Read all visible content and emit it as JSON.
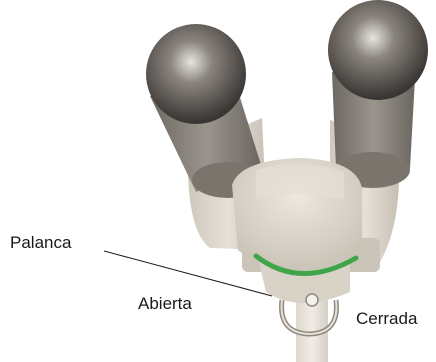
{
  "labels": {
    "lever": "Palanca",
    "open": "Abierta",
    "closed": "Cerrada"
  },
  "colors": {
    "background": "#ffffff",
    "body": "#d9d3c8",
    "body_shadow": "#b9b2a6",
    "eyepiece": "#5e5954",
    "eyepiece_dark": "#3a3633",
    "tube": "#8d8780",
    "lever_ring": "#3fa548",
    "label_line": "#1a1a1a"
  }
}
